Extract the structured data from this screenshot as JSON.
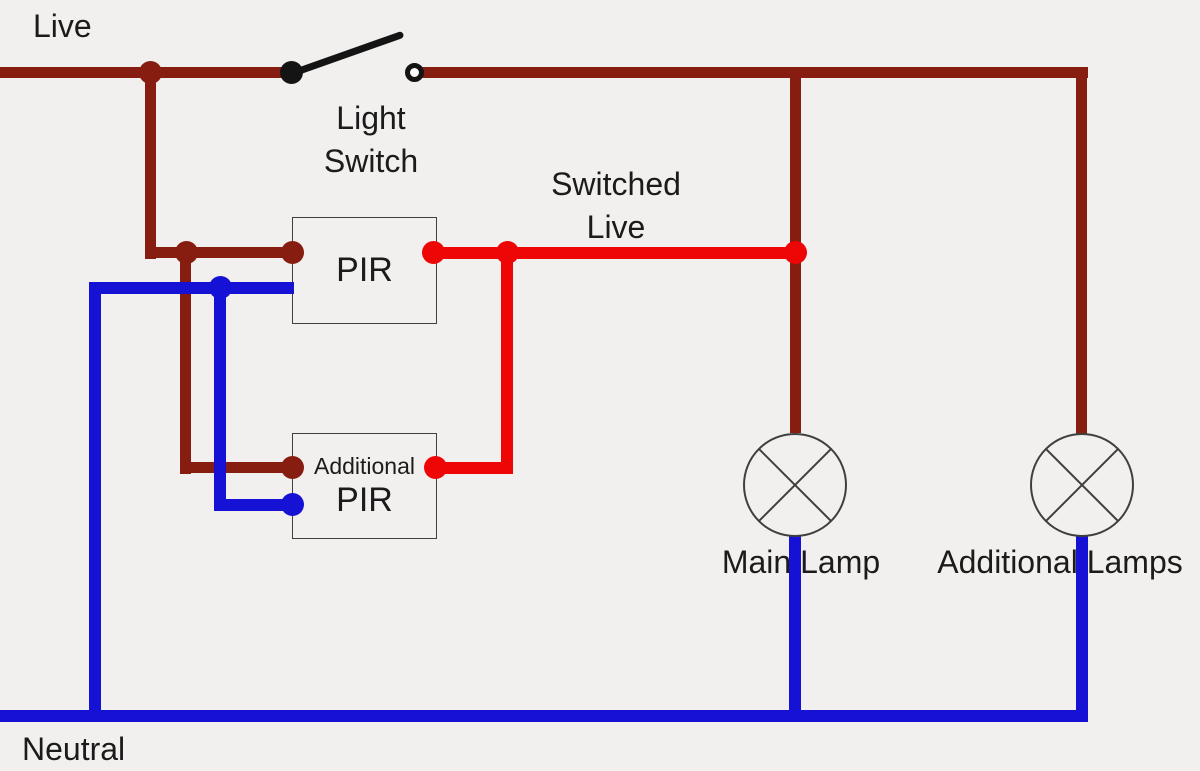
{
  "diagram": {
    "labels": {
      "live": "Live",
      "light_switch": "Light\nSwitch",
      "switched_live": "Switched\nLive",
      "neutral": "Neutral",
      "main_lamp": "Main Lamp",
      "additional_lamps": "Additional Lamps"
    },
    "components": {
      "pir": {
        "label": "PIR"
      },
      "additional_pir": {
        "line1": "Additional",
        "line2": "PIR"
      }
    }
  },
  "colors": {
    "live-wire": "#871D10",
    "switched-live-wire": "#EE0606",
    "neutral-wire": "#1512D6",
    "switch": "#141414",
    "outline": "#3F3F3F",
    "text": "#1B1B1B",
    "background": "#F2F0EE"
  }
}
